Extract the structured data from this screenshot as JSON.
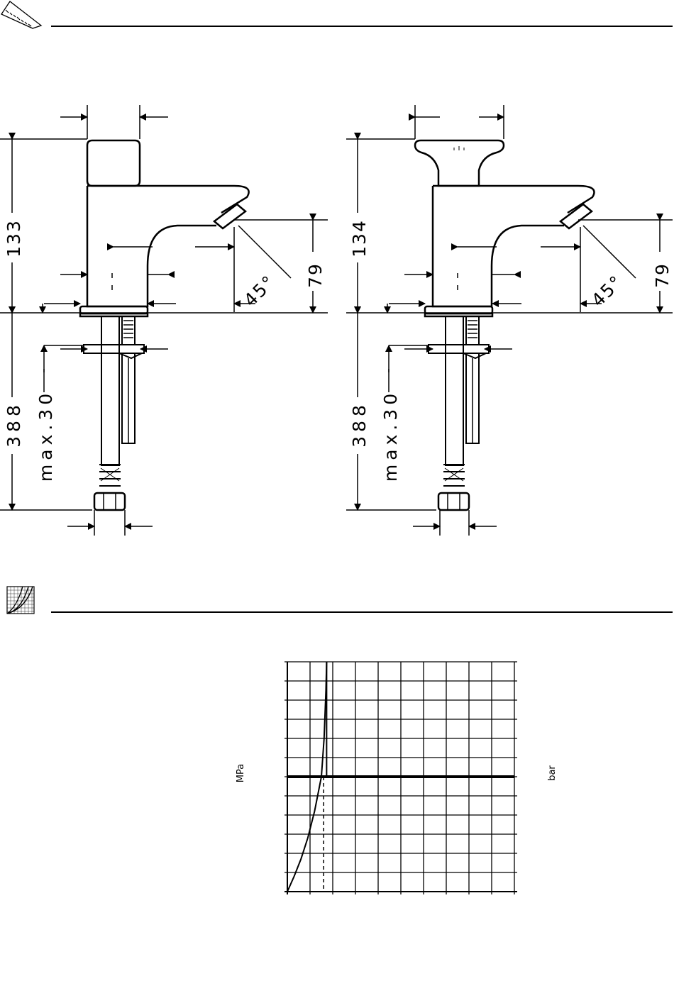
{
  "header_icons": {
    "dimensions": "ruler-icon",
    "flow_diagram": "flow-chart-icon"
  },
  "drawing_left": {
    "height_above": "133",
    "spout_height": "79",
    "angle": "45°",
    "height_below": "388",
    "max_thickness": "max.30"
  },
  "drawing_right": {
    "height_above": "134",
    "spout_height": "79",
    "angle": "45°",
    "height_below": "388",
    "max_thickness": "max.30"
  },
  "chart_data": {
    "type": "line",
    "ylabel_left": "MPa",
    "ylabel_right": "bar",
    "grid": true,
    "xlim": [
      0,
      10
    ],
    "ylim": [
      0,
      12
    ],
    "series": [
      {
        "x": [
          0,
          0.3,
          0.6,
          0.9,
          1.2,
          1.5,
          1.62,
          1.7,
          1.73
        ],
        "y": [
          0,
          0.8,
          1.7,
          2.8,
          4.2,
          6.0,
          8.0,
          10.5,
          12.0
        ]
      }
    ],
    "reference_lines": {
      "horizontal_y": 6,
      "vertical_x": 1.73,
      "vertical_dashed_x": 1.6
    }
  }
}
